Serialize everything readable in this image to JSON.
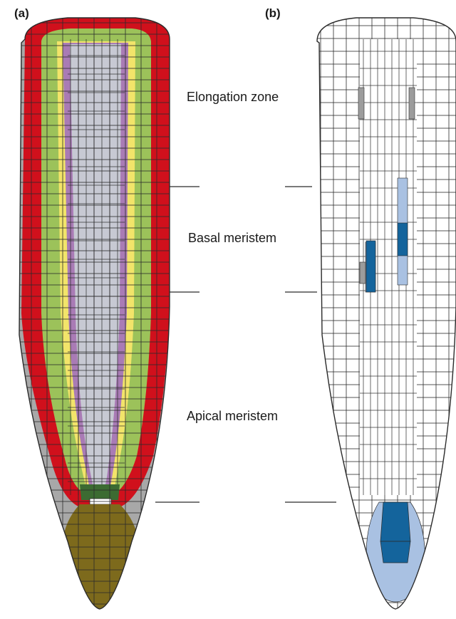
{
  "panels": [
    {
      "label": "(a)"
    },
    {
      "label": "(b)"
    }
  ],
  "zones": [
    {
      "label": "Elongation zone"
    },
    {
      "label": "Basal meristem"
    },
    {
      "label": "Apical meristem"
    }
  ],
  "colors": {
    "epidermis": "#d0101c",
    "cortex": "#9cc25a",
    "endodermis": "#f2e46a",
    "pericycle": "#a97bb5",
    "stele": "#c7c9d3",
    "quiescent_center": "#ffffff",
    "columella": "#7d6a1c",
    "lateral_root_cap": "#a8a8a8",
    "initials": "#3c6b32",
    "marker_strong": "#14649c",
    "marker_light": "#a9c1e2",
    "marker_grey": "#9c9c9c",
    "outline": "#2a2a2a"
  }
}
